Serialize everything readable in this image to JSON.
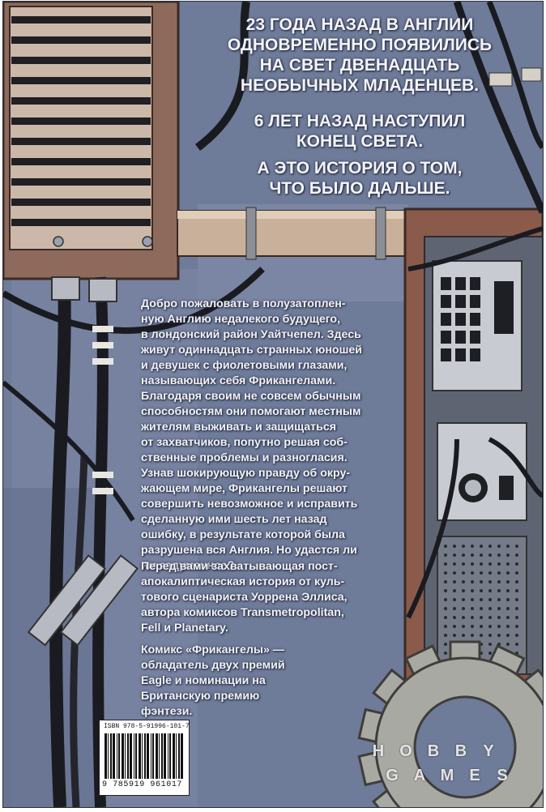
{
  "headline": {
    "block1": [
      "23 ГОДА НАЗАД В АНГЛИИ",
      "ОДНОВРЕМЕННО ПОЯВИЛИСЬ",
      "НА СВЕТ ДВЕНАДЦАТЬ",
      "НЕОБЫЧНЫХ МЛАДЕНЦЕВ."
    ],
    "block2": [
      "6 ЛЕТ НАЗАД НАСТУПИЛ",
      "КОНЕЦ СВЕТА."
    ],
    "block3": [
      "А ЭТО ИСТОРИЯ О ТОМ,",
      "ЧТО БЫЛО ДАЛЬШЕ."
    ]
  },
  "body": {
    "paragraph1": [
      "Добро пожаловать в полузатоплен-",
      "ную Англию недалекого будущего,",
      "в лондонский район Уайтчепел. Здесь",
      "живут одиннадцать странных юношей",
      "и девушек с фиолетовыми глазами,",
      "называющих себя Фрикангелами.",
      "Благодаря своим не совсем обычным",
      "способностям они помогают местным",
      "жителям выживать и защищаться",
      "от захватчиков, попутно решая соб-",
      "ственные проблемы и разногласия.",
      "Узнав шокирующую правду об окру-",
      "жающем мире, Фрикангелы решают",
      "совершить невозможное и исправить",
      "сделанную ими шесть лет назад",
      "ошибку, в результате которой была",
      "разрушена вся Англия. Но удастся ли",
      "им задуманное?"
    ],
    "paragraph2": [
      "Перед вами захватывающая пост-",
      "апокалиптическая история от куль-",
      "тового сценариста Уоррена Эллиса,",
      "автора комиксов Transmetropolitan,",
      "Fell и Planetary."
    ],
    "paragraph3": [
      "Комикс «Фрикангелы» —",
      "обладатель двух премий",
      "Eagle и номинации на",
      "Британскую премию",
      "фэнтези."
    ]
  },
  "barcode": {
    "isbn": "ISBN 978-5-91996-101-7",
    "digits": "9 785919 961017"
  },
  "watermark": {
    "letters": [
      "H",
      "O",
      "B",
      "B",
      "Y",
      "G",
      "A",
      "M",
      "E",
      "S"
    ]
  },
  "colors": {
    "background_blue": "#6f7c9b",
    "wood": "#8a5a4a",
    "text": "#f4f4f6"
  }
}
